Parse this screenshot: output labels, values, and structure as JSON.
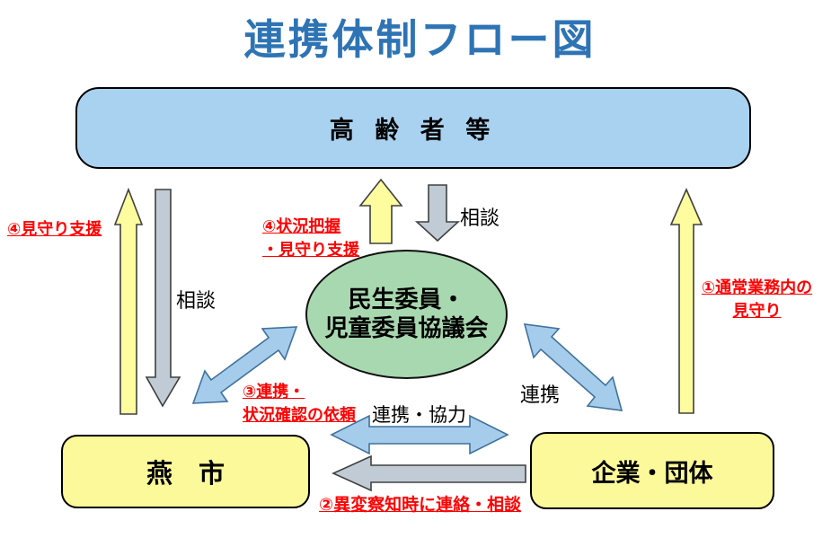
{
  "title": "連携体制フロー図",
  "nodes": {
    "elderly": {
      "label": "高 齢 者 等"
    },
    "council": {
      "line1": "民生委員・",
      "line2": "児童委員協議会"
    },
    "city": {
      "label": "燕　市"
    },
    "companies": {
      "label": "企業・団体"
    }
  },
  "labels": {
    "consult_left": "相談",
    "consult_center": "相談",
    "watch_support": "④見守り支援",
    "status_grasp_line1": "④状況把握",
    "status_grasp_line2": "・見守り支援",
    "normal_watch_line1": "①通常業務内の",
    "normal_watch_line2": "見守り",
    "coop_request_line1": "③連携・",
    "coop_request_line2": "状況確認の依頼",
    "coop": "連携",
    "coop_collab": "連携・協力",
    "report_contact": "②異変察知時に連絡・相談"
  },
  "colors": {
    "title": "#2E74B5",
    "elderly_fill": "#A9D2F0",
    "council_fill": "#A8D8B0",
    "city_fill": "#FBF999",
    "companies_fill": "#FBF999",
    "arrow_yellow": "#FDFC9E",
    "arrow_gray": "#C1CBD5",
    "arrow_blue": "#A5CDEB",
    "label_red": "#FF0000",
    "label_black": "#000000"
  }
}
